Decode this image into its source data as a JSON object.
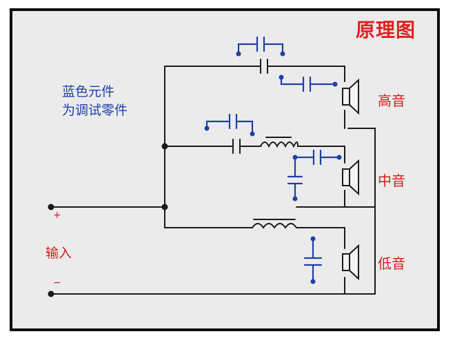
{
  "title": "原理图",
  "note": [
    "蓝色元件",
    "为调试零件"
  ],
  "speakers": [
    "高音",
    "中音",
    "低音"
  ],
  "input": {
    "label": "输入",
    "plus": "+",
    "minus": "−"
  },
  "colors": {
    "wire": "#1a1a1a",
    "trial_part": "#1f3fa8",
    "label": "#d81c1c",
    "title": "#e02020"
  }
}
